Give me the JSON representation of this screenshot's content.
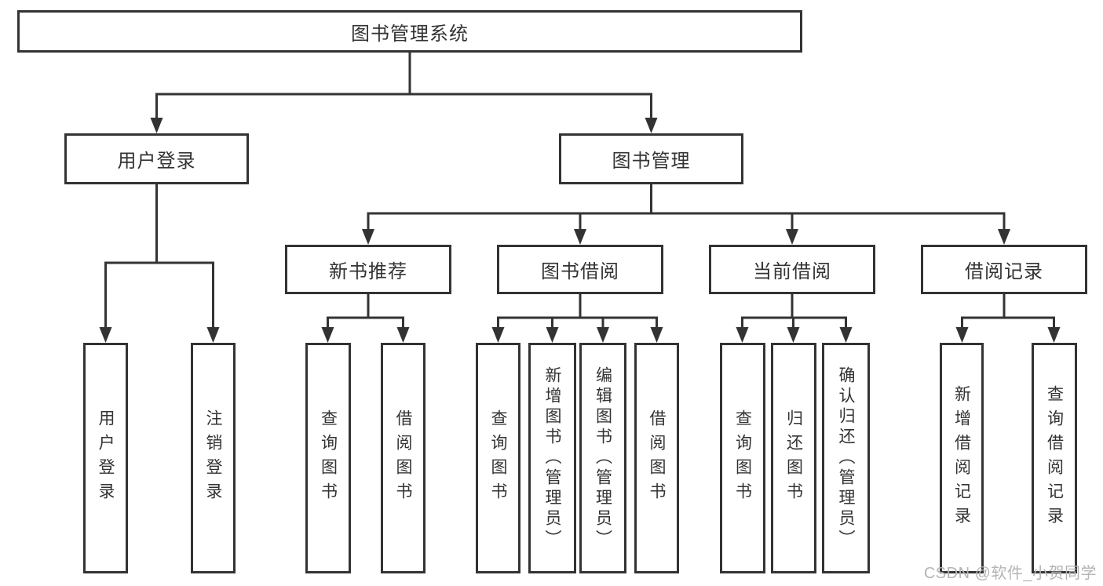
{
  "diagram": {
    "root": {
      "label": "图书管理系统"
    },
    "level2": [
      {
        "label": "用户登录",
        "children": [
          {
            "label": "用户登录"
          },
          {
            "label": "注销登录"
          }
        ]
      },
      {
        "label": "图书管理",
        "children": [
          {
            "label": "新书推荐",
            "children": [
              {
                "label": "查询图书"
              },
              {
                "label": "借阅图书"
              }
            ]
          },
          {
            "label": "图书借阅",
            "children": [
              {
                "label": "查询图书"
              },
              {
                "label": "新增图书（管理员）"
              },
              {
                "label": "编辑图书（管理员）"
              },
              {
                "label": "借阅图书"
              }
            ]
          },
          {
            "label": "当前借阅",
            "children": [
              {
                "label": "查询图书"
              },
              {
                "label": "归还图书"
              },
              {
                "label": "确认归还（管理员）"
              }
            ]
          },
          {
            "label": "借阅记录",
            "children": [
              {
                "label": "新增借阅记录"
              },
              {
                "label": "查询借阅记录"
              }
            ]
          }
        ]
      }
    ]
  },
  "watermark": {
    "text": "CSDN @软件_小贺同学"
  },
  "colors": {
    "line": "#333333",
    "box_border": "#333333",
    "box_fill": "#ffffff",
    "text": "#333333",
    "watermark": "#b4b4b4",
    "background": "#ffffff"
  }
}
